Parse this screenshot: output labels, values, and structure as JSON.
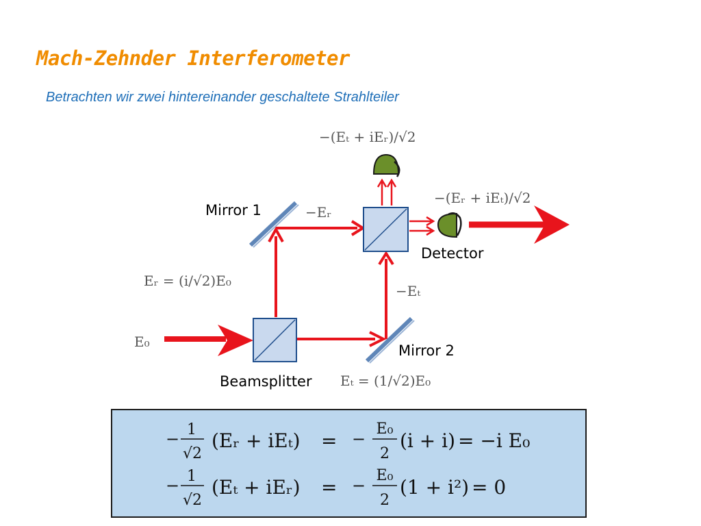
{
  "slide": {
    "title": "Mach-Zehnder Interferometer",
    "subtitle": "Betrachten wir zwei hintereinander geschaltete Strahlteiler"
  },
  "diagram": {
    "labels": {
      "mirror1": "Mirror 1",
      "mirror2": "Mirror 2",
      "detector": "Detector",
      "beamsplitter": "Beamsplitter"
    },
    "math": {
      "e0": "E₀",
      "er": "Eᵣ = (i/√2)E₀",
      "et": "Eₜ = (1/√2)E₀",
      "neg_er": "−Eᵣ",
      "neg_et": "−Eₜ",
      "top_output": "−(Eₜ + iEᵣ)/√2",
      "right_output": "−(Eᵣ + iEₜ)/√2"
    },
    "colors": {
      "beam": "#e8141c",
      "splitter_fill": "#c9d9ee",
      "splitter_border": "#1f4e8c",
      "detector": "#6b8f2a",
      "mirror": "#5f86b8"
    },
    "icons": [
      "beamsplitter-icon",
      "mirror-icon",
      "detector-icon"
    ]
  },
  "equations": {
    "row1": {
      "prefix": "−",
      "frac_num": "1",
      "frac_den": "√2",
      "paren": "(Eᵣ + iEₜ)",
      "equals": "=",
      "rhs_prefix": "−",
      "rhs_num": "E₀",
      "rhs_den": "2",
      "rhs_paren": "(i + i)",
      "result": "= −i E₀"
    },
    "row2": {
      "prefix": "−",
      "frac_num": "1",
      "frac_den": "√2",
      "paren": "(Eₜ + iEᵣ)",
      "equals": "=",
      "rhs_prefix": "−",
      "rhs_num": "E₀",
      "rhs_den": "2",
      "rhs_paren": "(1 + i²)",
      "result": "= 0"
    }
  }
}
